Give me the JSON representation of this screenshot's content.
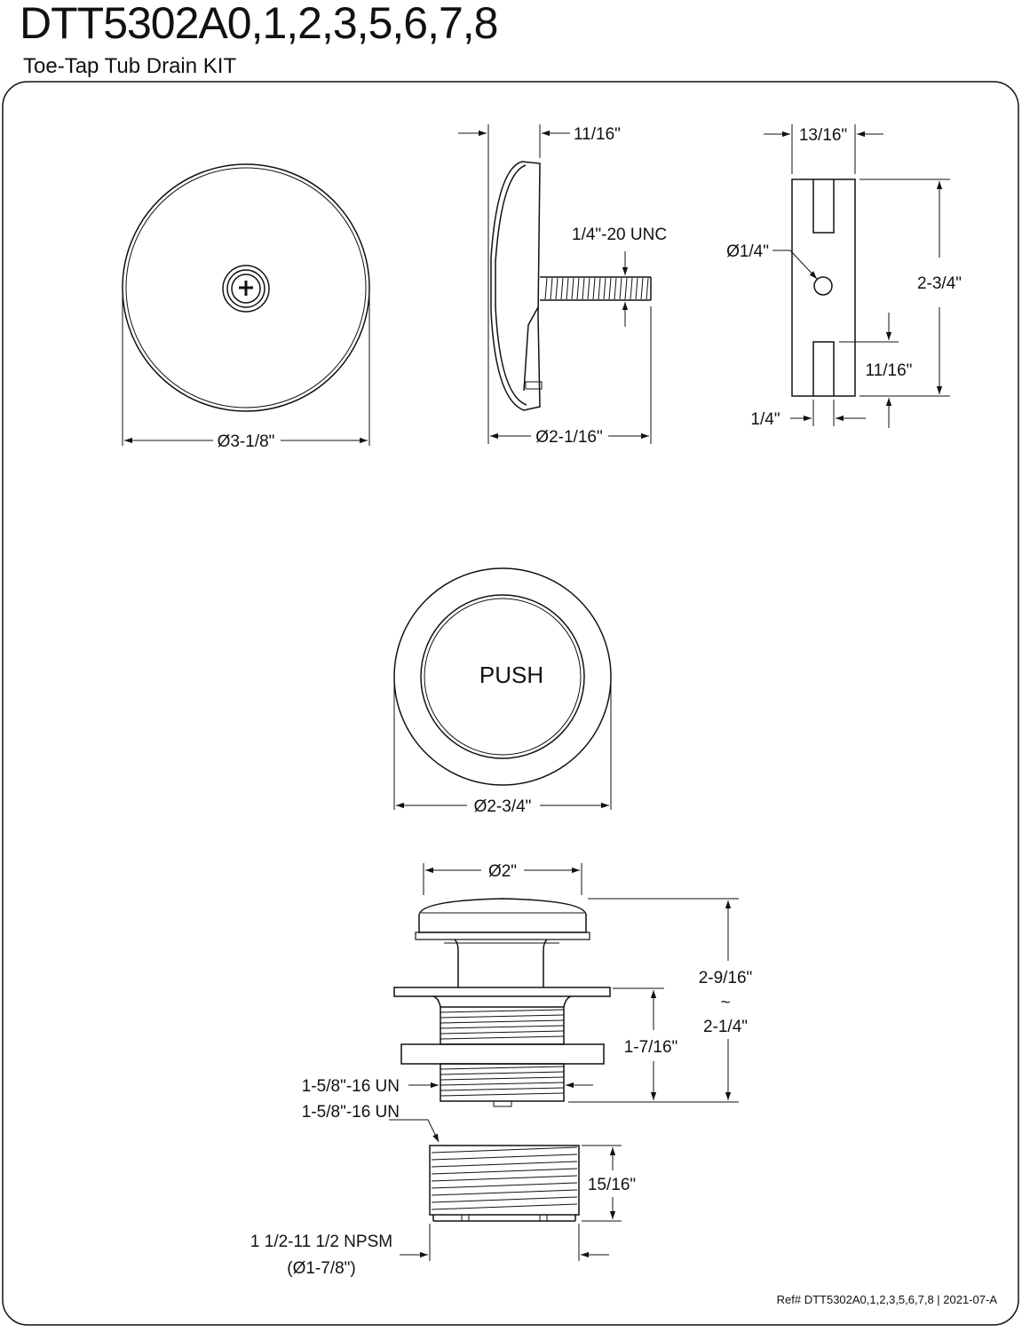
{
  "header": {
    "model": "DTT5302A0,1,2,3,5,6,7,8",
    "subtitle": "Toe-Tap Tub Drain KIT"
  },
  "footer": {
    "ref": "Ref# DTT5302A0,1,2,3,5,6,7,8 | 2021-07-A"
  },
  "dimensions": {
    "faceplate_diameter": "Ø3-1/8\"",
    "faceplate_depth": "11/16\"",
    "faceplate_thread": "1/4\"-20 UNC",
    "faceplate_side_diameter": "Ø2-1/16\"",
    "bracket_width": "13/16\"",
    "bracket_hole": "Ø1/4\"",
    "bracket_height": "2-3/4\"",
    "bracket_slot_depth": "11/16\"",
    "bracket_slot_width": "1/4\"",
    "push_text": "PUSH",
    "stopper_diameter": "Ø2-3/4\"",
    "drain_cap_diameter": "Ø2\"",
    "drain_height_max": "2-9/16\"",
    "drain_height_sep": "~",
    "drain_height_min": "2-1/4\"",
    "drain_thread_length": "1-7/16\"",
    "drain_thread_1": "1-5/8\"-16 UN",
    "adapter_thread_top": "1-5/8\"-16 UN",
    "adapter_height": "15/16\"",
    "adapter_thread_bottom": "1 1/2-11 1/2 NPSM",
    "adapter_diameter": "(Ø1-7/8\")"
  }
}
